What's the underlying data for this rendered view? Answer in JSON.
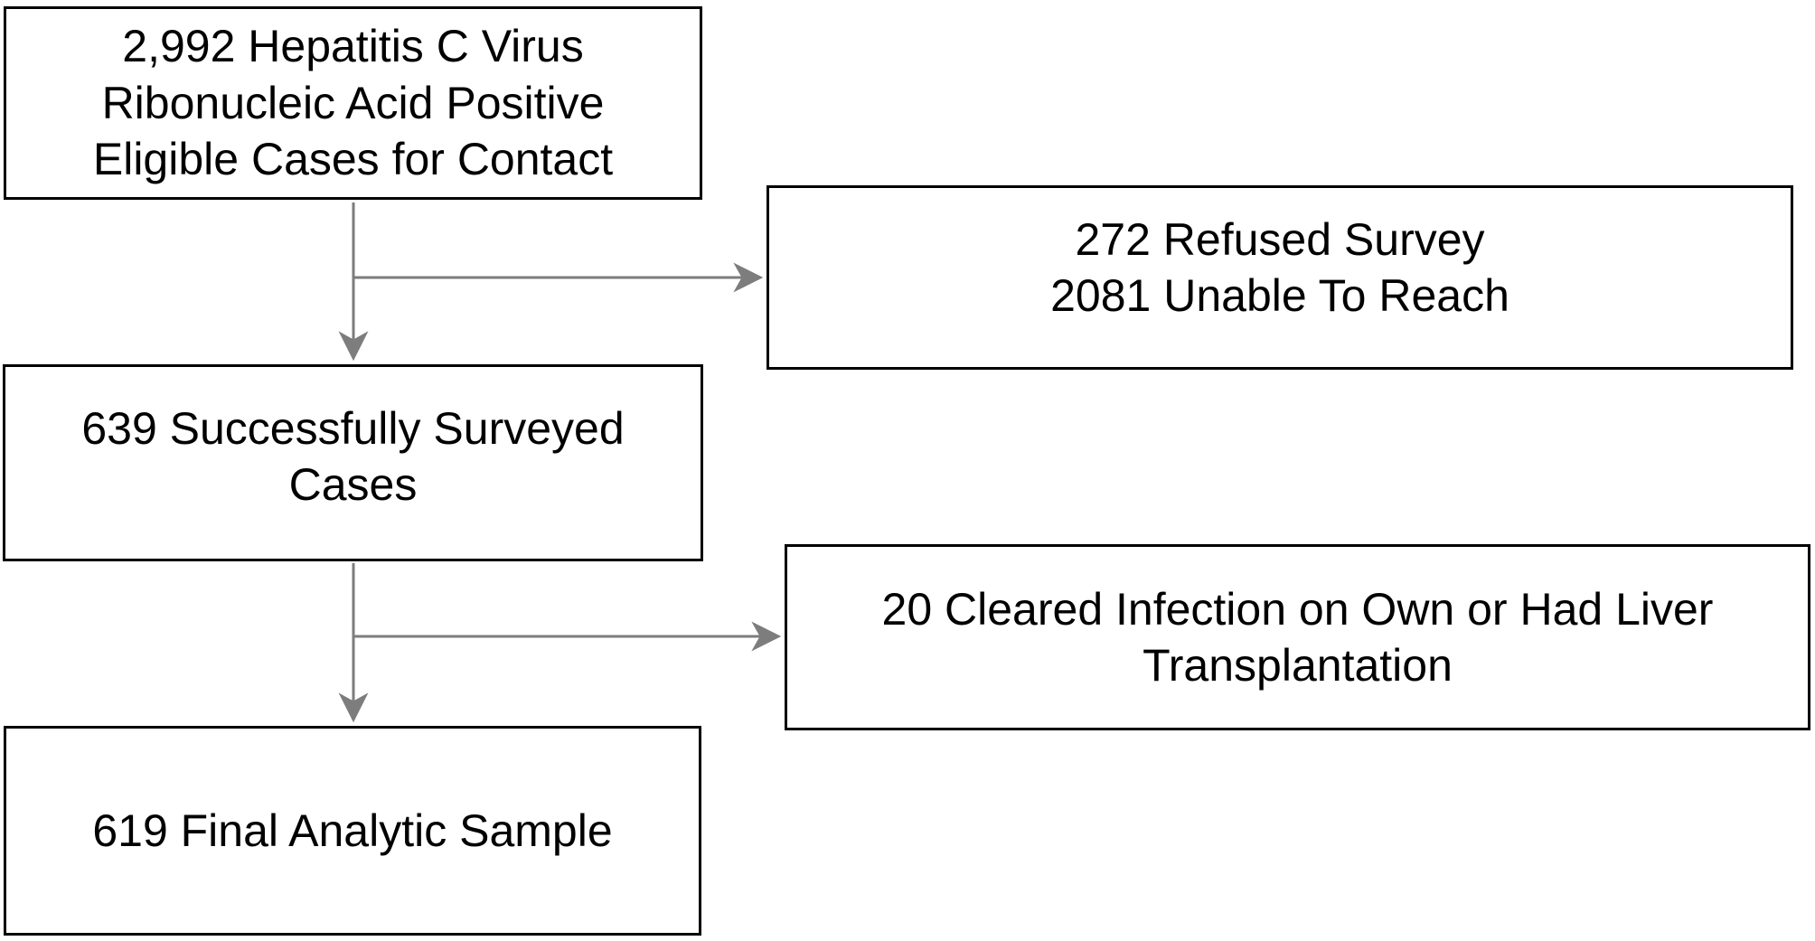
{
  "figure": {
    "type": "study-enrollment-flowchart",
    "title": "Hepatitis C survey sample flow"
  },
  "colors": {
    "background": "#ffffff",
    "box_fill": "#ffffff",
    "box_border": "#000000",
    "text": "#000000",
    "arrow": "#7d7d7d"
  },
  "boxes": {
    "eligible": {
      "count": "2,992",
      "lines": [
        "2,992 Hepatitis C Virus",
        "Ribonucleic Acid Positive",
        "Eligible Cases for Contact"
      ]
    },
    "refused": {
      "counts": [
        "272",
        "2081"
      ],
      "lines": [
        "272 Refused Survey",
        "2081 Unable To Reach"
      ]
    },
    "surveyed": {
      "count": "639",
      "lines": [
        "639 Successfully Surveyed",
        "Cases"
      ]
    },
    "cleared": {
      "count": "20",
      "lines": [
        "20 Cleared Infection on Own or Had Liver",
        "Transplantation"
      ]
    },
    "final": {
      "count": "619",
      "lines": [
        "619 Final Analytic Sample"
      ]
    }
  }
}
